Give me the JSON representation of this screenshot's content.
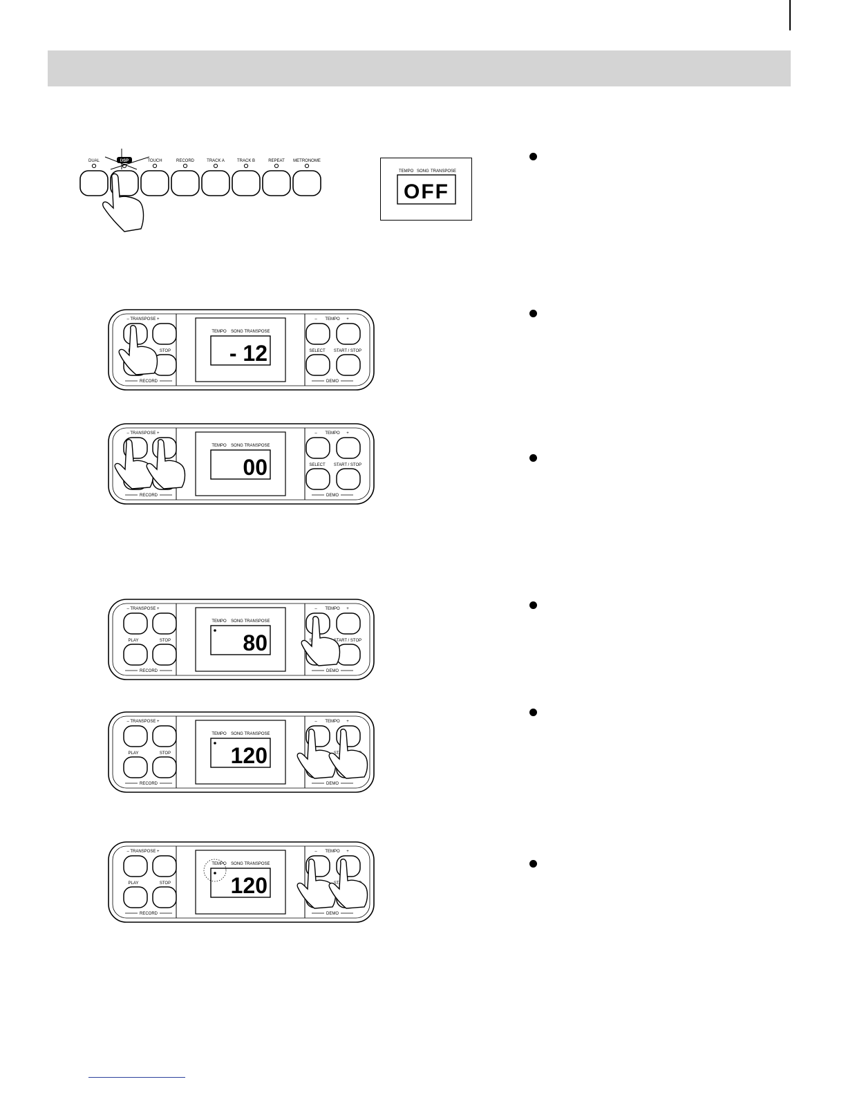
{
  "function_buttons": [
    "DUAL",
    "DSP",
    "TOUCH",
    "RECORD",
    "TRACK A",
    "TRACK B",
    "REPEAT",
    "METRONOME"
  ],
  "display_header": {
    "tempo": "TEMPO",
    "song": "SONG",
    "transpose": "TRANSPOSE"
  },
  "panel_labels": {
    "transpose": "– TRANSPOSE +",
    "tempo_minus": "–",
    "tempo": "TEMPO",
    "tempo_plus": "+",
    "play": "PLAY",
    "stop": "STOP",
    "record": "RECORD",
    "select": "SELECT",
    "start_stop": "START / STOP",
    "demo": "DEMO"
  },
  "readouts": {
    "dsp": "OFF",
    "transpose_1": "- 12",
    "transpose_2": "00",
    "tempo_1": "80",
    "tempo_2": "120",
    "tempo_3": "120"
  },
  "colors": {
    "header_bar": "#d4d4d4",
    "footer_line": "#2b3f9c"
  }
}
